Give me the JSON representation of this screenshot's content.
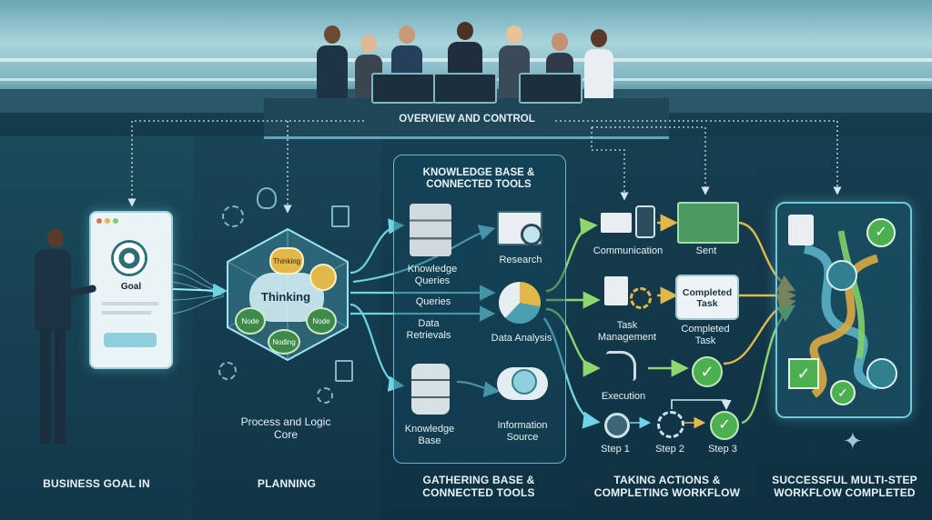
{
  "header": {
    "overview_label": "OVERVIEW AND CONTROL"
  },
  "stages": [
    {
      "id": "goal",
      "label": "BUSINESS GOAL IN"
    },
    {
      "id": "planning",
      "label": "PLANNING"
    },
    {
      "id": "gathering",
      "label": "GATHERING BASE & CONNECTED TOOLS"
    },
    {
      "id": "actions",
      "label": "TAKING ACTIONS & COMPLETING WORKFLOW"
    },
    {
      "id": "success",
      "label": "SUCCESSFUL MULTI-STEP WORKFLOW COMPLETED"
    }
  ],
  "goal": {
    "screen_label": "Goal"
  },
  "planning": {
    "core_center": "Thinking",
    "core_top": "Thinking",
    "node_left": "Node",
    "node_right": "Node",
    "node_bottom": "Noding",
    "caption": "Process and Logic Core"
  },
  "knowledge": {
    "title": "KNOWLEDGE BASE & CONNECTED TOOLS",
    "kb_queries": "Knowledge Queries",
    "research": "Research",
    "queries": "Queries",
    "data_retrievals": "Data Retrievals",
    "data_analysis": "Data Analysis",
    "knowledge_base": "Knowledge Base",
    "information_source": "Information Source"
  },
  "actions": {
    "communication": "Communication",
    "sent": "Sent",
    "task_management": "Task Management",
    "completed_card": "Completed Task",
    "completed_task": "Completed Task",
    "execution": "Execution",
    "step1": "Step 1",
    "step2": "Step 2",
    "step3": "Step 3"
  },
  "colors": {
    "accent_cyan": "#6fd3e6",
    "accent_yellow": "#e3b84a",
    "accent_green": "#7fcf6a",
    "success_green": "#4caf50"
  }
}
